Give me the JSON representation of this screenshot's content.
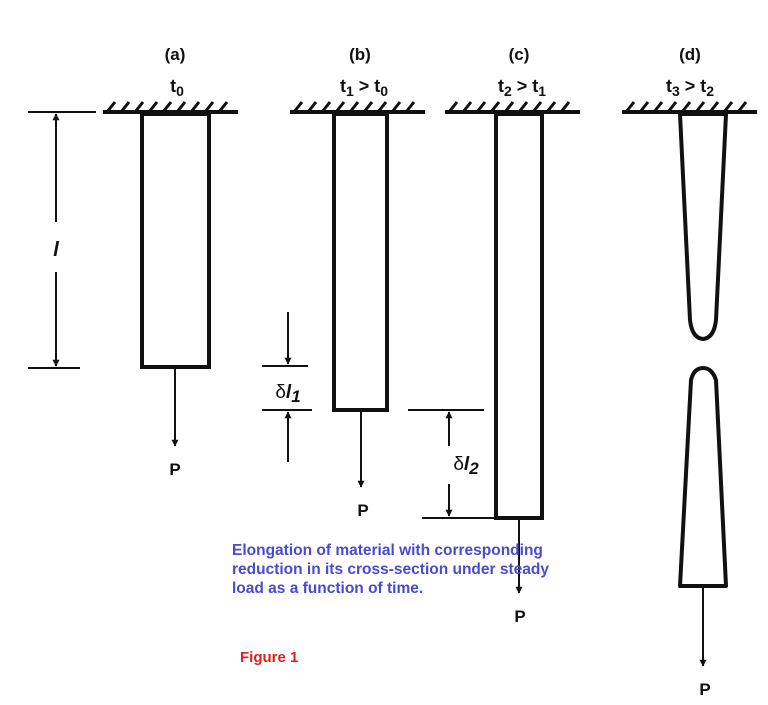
{
  "panels": [
    {
      "id": "a",
      "label": "(a)",
      "time": "t",
      "time_sub": "0",
      "time_rel": "",
      "time_ref": "",
      "time_ref_sub": ""
    },
    {
      "id": "b",
      "label": "(b)",
      "time": "t",
      "time_sub": "1",
      "time_rel": " > ",
      "time_ref": "t",
      "time_ref_sub": "0"
    },
    {
      "id": "c",
      "label": "(c)",
      "time": "t",
      "time_sub": "2",
      "time_rel": " > ",
      "time_ref": "t",
      "time_ref_sub": "1"
    },
    {
      "id": "d",
      "label": "(d)",
      "time": "t",
      "time_sub": "3",
      "time_rel": " > ",
      "time_ref": "t",
      "time_ref_sub": "2"
    }
  ],
  "load_label": "P",
  "length_label": "l",
  "elongation_1": {
    "delta": "δ",
    "symbol": "l",
    "sub": "1"
  },
  "elongation_2": {
    "delta": "δ",
    "symbol": "l",
    "sub": "2"
  },
  "caption": {
    "line1": "Elongation of material with corresponding",
    "line2": "reduction in its cross-section under steady",
    "line3": "load as a function of time."
  },
  "figure_label": "Figure 1",
  "colors": {
    "caption": "#4a4ad0",
    "figure_label": "#e01e1e",
    "stroke": "#111111"
  }
}
